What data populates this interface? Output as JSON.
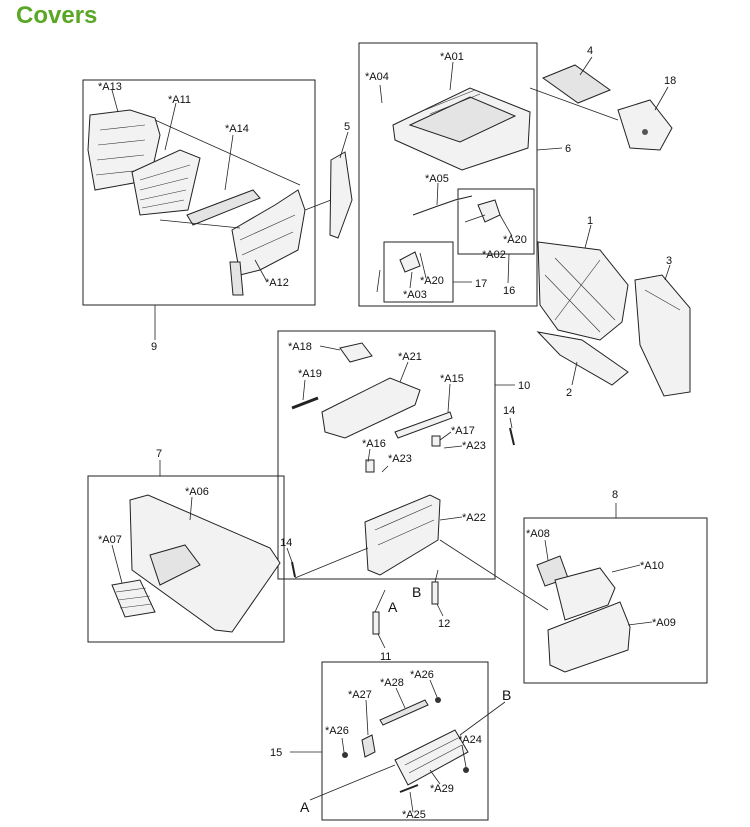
{
  "title": "Covers",
  "labels": {
    "l1": "1",
    "l2": "2",
    "l3": "3",
    "l4": "4",
    "l6": "6",
    "l7": "7",
    "l8": "8",
    "l9": "9",
    "l10": "10",
    "l11": "11",
    "l12": "12",
    "l14a": "14",
    "l14b": "14",
    "l15": "15",
    "l16": "16",
    "l17": "17",
    "l18": "18",
    "l5": "5",
    "a01": "*A01",
    "a02": "*A02",
    "a03": "*A03",
    "a04": "*A04",
    "a05": "*A05",
    "a06": "*A06",
    "a07": "*A07",
    "a08": "*A08",
    "a09": "*A09",
    "a10": "*A10",
    "a11": "*A11",
    "a12": "*A12",
    "a13": "*A13",
    "a14": "*A14",
    "a15": "*A15",
    "a16": "*A16",
    "a17": "*A17",
    "a18": "*A18",
    "a19": "*A19",
    "a20a": "*A20",
    "a20b": "*A20",
    "a21": "*A21",
    "a22": "*A22",
    "a23a": "*A23",
    "a23b": "*A23",
    "a24": "*A24",
    "a25": "*A25",
    "a26a": "*A26",
    "a26b": "*A26",
    "a27": "*A27",
    "a28": "*A28",
    "a29": "*A29",
    "markA1": "A",
    "markB1": "B",
    "markA2": "A",
    "markB2": "B"
  }
}
